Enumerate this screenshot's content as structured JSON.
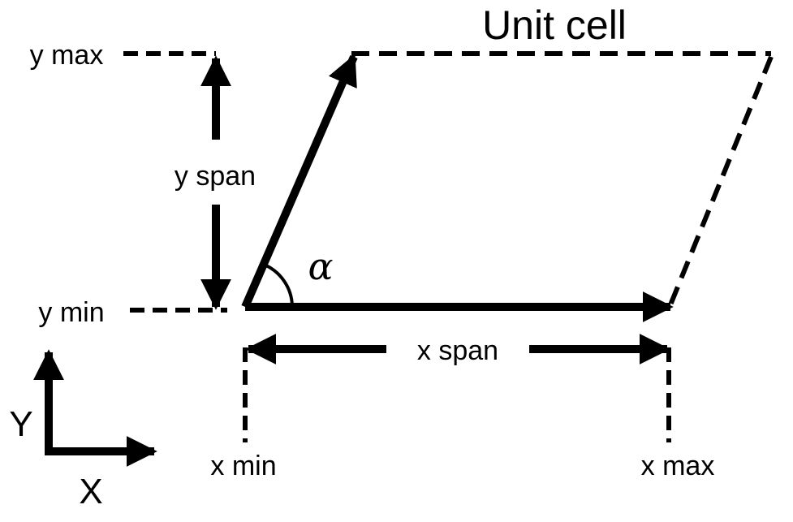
{
  "diagram": {
    "title": "Unit cell",
    "labels": {
      "y_max": "y max",
      "y_min": "y min",
      "y_span": "y span",
      "x_min": "x min",
      "x_max": "x max",
      "x_span": "x span",
      "alpha": "α"
    },
    "axes": {
      "x": "X",
      "y": "Y"
    },
    "colors": {
      "stroke": "#000000",
      "background": "#ffffff"
    }
  }
}
